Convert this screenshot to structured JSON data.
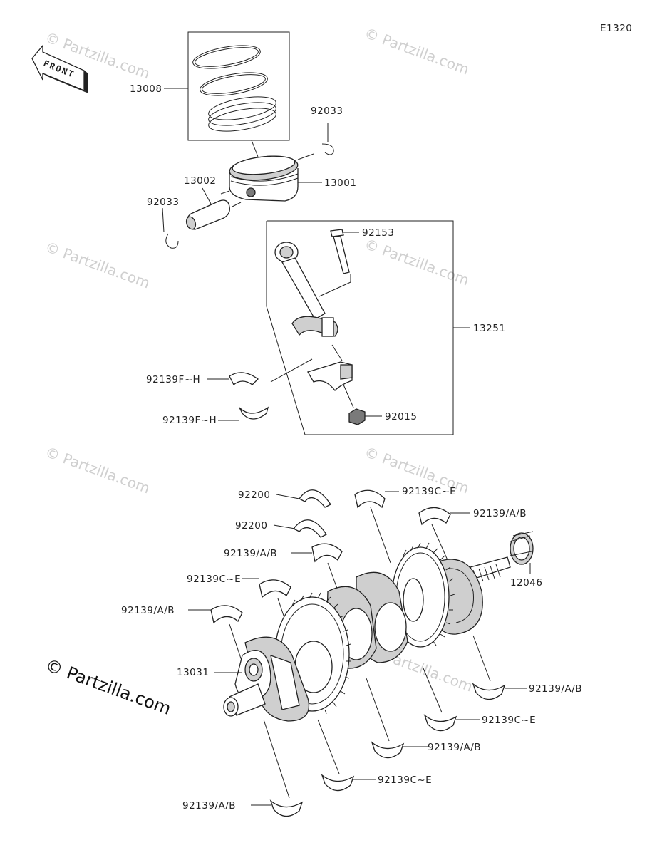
{
  "diagram_code": "E1320",
  "front_label": "FRONT",
  "watermarks": [
    "© Partzilla.com"
  ],
  "brand_watermark": "© Partzilla.com",
  "part_labels": {
    "rings": "13008",
    "circlip_right": "92033",
    "piston_pin": "13002",
    "piston": "13001",
    "circlip_left": "92033",
    "bolt": "92153",
    "conrod_assy": "13251",
    "conrod_bearing_upper": "92139F~H",
    "conrod_bearing_lower": "92139F~H",
    "nut": "92015",
    "thrust_washer_1": "92200",
    "thrust_washer_2": "92200",
    "main_bearing_top_center": "92139C~E",
    "main_bearing_top_right": "92139/A/B",
    "gear": "12046",
    "main_bearing_left_1": "92139/A/B",
    "main_bearing_left_2": "92139C~E",
    "main_bearing_left_3": "92139/A/B",
    "crankshaft": "13031",
    "main_bearing_right_1": "92139/A/B",
    "main_bearing_right_2": "92139C~E",
    "main_bearing_bottom_1": "92139/A/B",
    "main_bearing_bottom_2": "92139C~E",
    "main_bearing_bottom_3": "92139/A/B"
  }
}
